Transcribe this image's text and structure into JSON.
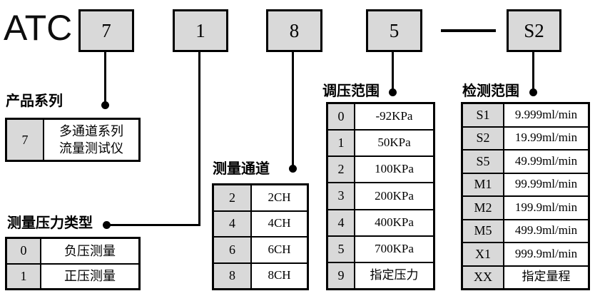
{
  "colors": {
    "box_fill": "#d9d9d9",
    "line_color": "#000000",
    "background": "#ffffff"
  },
  "brand": {
    "prefix": "ATC"
  },
  "code_boxes": [
    {
      "id": "series",
      "value": "7"
    },
    {
      "id": "pressure-type",
      "value": "1"
    },
    {
      "id": "channels",
      "value": "8"
    },
    {
      "id": "pressure-range",
      "value": "5"
    },
    {
      "id": "detect-range",
      "value": "S2"
    }
  ],
  "separator": "—",
  "sections": [
    {
      "key": "product_series",
      "title": "产品系列",
      "rows": [
        {
          "code": "7",
          "desc": "多通道系列\n流量测试仪"
        }
      ]
    },
    {
      "key": "pressure_type",
      "title": "测量压力类型",
      "rows": [
        {
          "code": "0",
          "desc": "负压测量"
        },
        {
          "code": "1",
          "desc": "正压测量"
        }
      ]
    },
    {
      "key": "channels",
      "title": "测量通道",
      "rows": [
        {
          "code": "2",
          "desc": "2CH"
        },
        {
          "code": "4",
          "desc": "4CH"
        },
        {
          "code": "6",
          "desc": "6CH"
        },
        {
          "code": "8",
          "desc": "8CH"
        }
      ]
    },
    {
      "key": "pressure_range",
      "title": "调压范围",
      "rows": [
        {
          "code": "0",
          "desc": "-92KPa"
        },
        {
          "code": "1",
          "desc": "50KPa"
        },
        {
          "code": "2",
          "desc": "100KPa"
        },
        {
          "code": "3",
          "desc": "200KPa"
        },
        {
          "code": "4",
          "desc": "400KPa"
        },
        {
          "code": "5",
          "desc": "700KPa"
        },
        {
          "code": "9",
          "desc": "指定压力"
        }
      ]
    },
    {
      "key": "detect_range",
      "title": "检测范围",
      "rows": [
        {
          "code": "S1",
          "desc": "9.999ml/min"
        },
        {
          "code": "S2",
          "desc": "19.99ml/min"
        },
        {
          "code": "S5",
          "desc": "49.99ml/min"
        },
        {
          "code": "M1",
          "desc": "99.99ml/min"
        },
        {
          "code": "M2",
          "desc": "199.9ml/min"
        },
        {
          "code": "M5",
          "desc": "499.9ml/min"
        },
        {
          "code": "X1",
          "desc": "999.9ml/min"
        },
        {
          "code": "XX",
          "desc": "指定量程"
        }
      ]
    }
  ]
}
